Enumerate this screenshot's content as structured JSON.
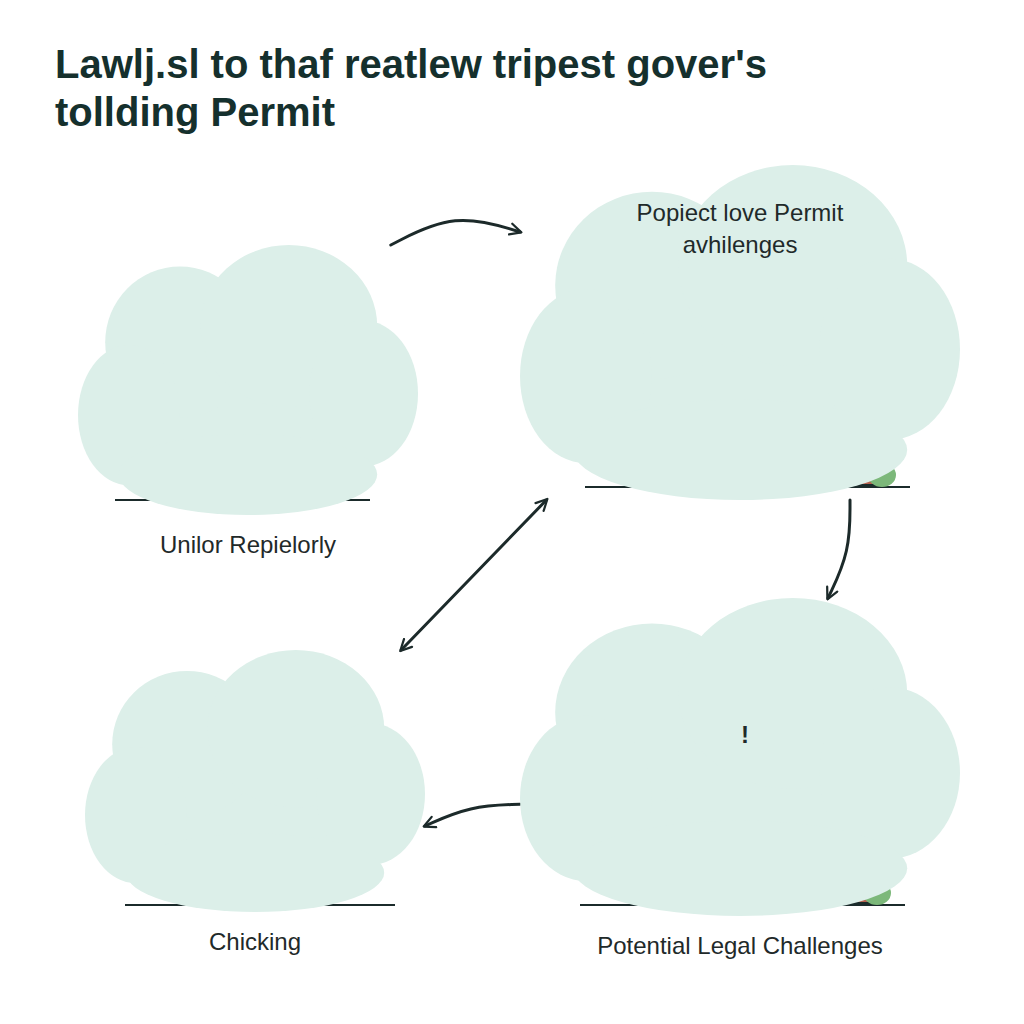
{
  "diagram": {
    "title": "Lawlj.sl to thaf reatlew tripest gover's tollding Permit",
    "nodes": [
      {
        "text": [
          "Unilor Repielorly"
        ]
      },
      {
        "text": [
          "Popiect love Permit avhilenges"
        ]
      },
      {
        "text": [
          "Chicking"
        ]
      },
      {
        "text": [
          "Potential Legal Challenges"
        ]
      }
    ],
    "edges": [
      {
        "from": 0,
        "to": 1,
        "arrow": "to"
      },
      {
        "from": 1,
        "to": 3,
        "arrow": "to"
      },
      {
        "from": 3,
        "to": 2,
        "arrow": "to"
      },
      {
        "from": 2,
        "to": 1,
        "arrow": "both"
      }
    ],
    "labels": [
      "!"
    ]
  }
}
